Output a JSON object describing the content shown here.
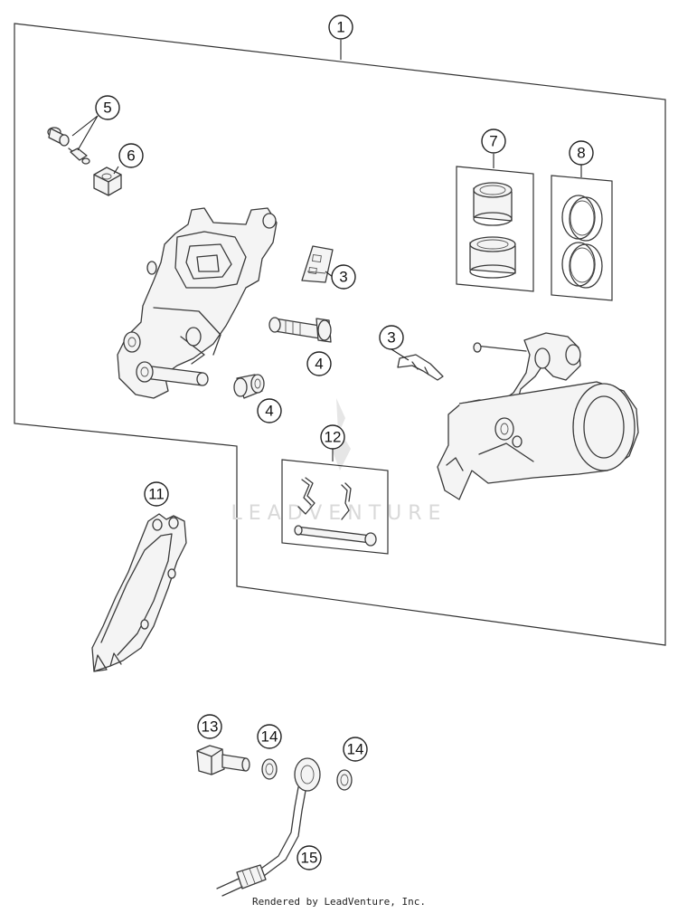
{
  "diagram": {
    "callouts": [
      {
        "id": "c1",
        "label": "1"
      },
      {
        "id": "c3a",
        "label": "3"
      },
      {
        "id": "c3b",
        "label": "3"
      },
      {
        "id": "c4a",
        "label": "4"
      },
      {
        "id": "c4b",
        "label": "4"
      },
      {
        "id": "c5",
        "label": "5"
      },
      {
        "id": "c6",
        "label": "6"
      },
      {
        "id": "c7",
        "label": "7"
      },
      {
        "id": "c8",
        "label": "8"
      },
      {
        "id": "c11",
        "label": "11"
      },
      {
        "id": "c12",
        "label": "12"
      },
      {
        "id": "c13",
        "label": "13"
      },
      {
        "id": "c14a",
        "label": "14"
      },
      {
        "id": "c14b",
        "label": "14"
      },
      {
        "id": "c15",
        "label": "15"
      }
    ],
    "watermark": "LEADVENTURE",
    "footer": "Rendered by LeadVenture, Inc."
  }
}
